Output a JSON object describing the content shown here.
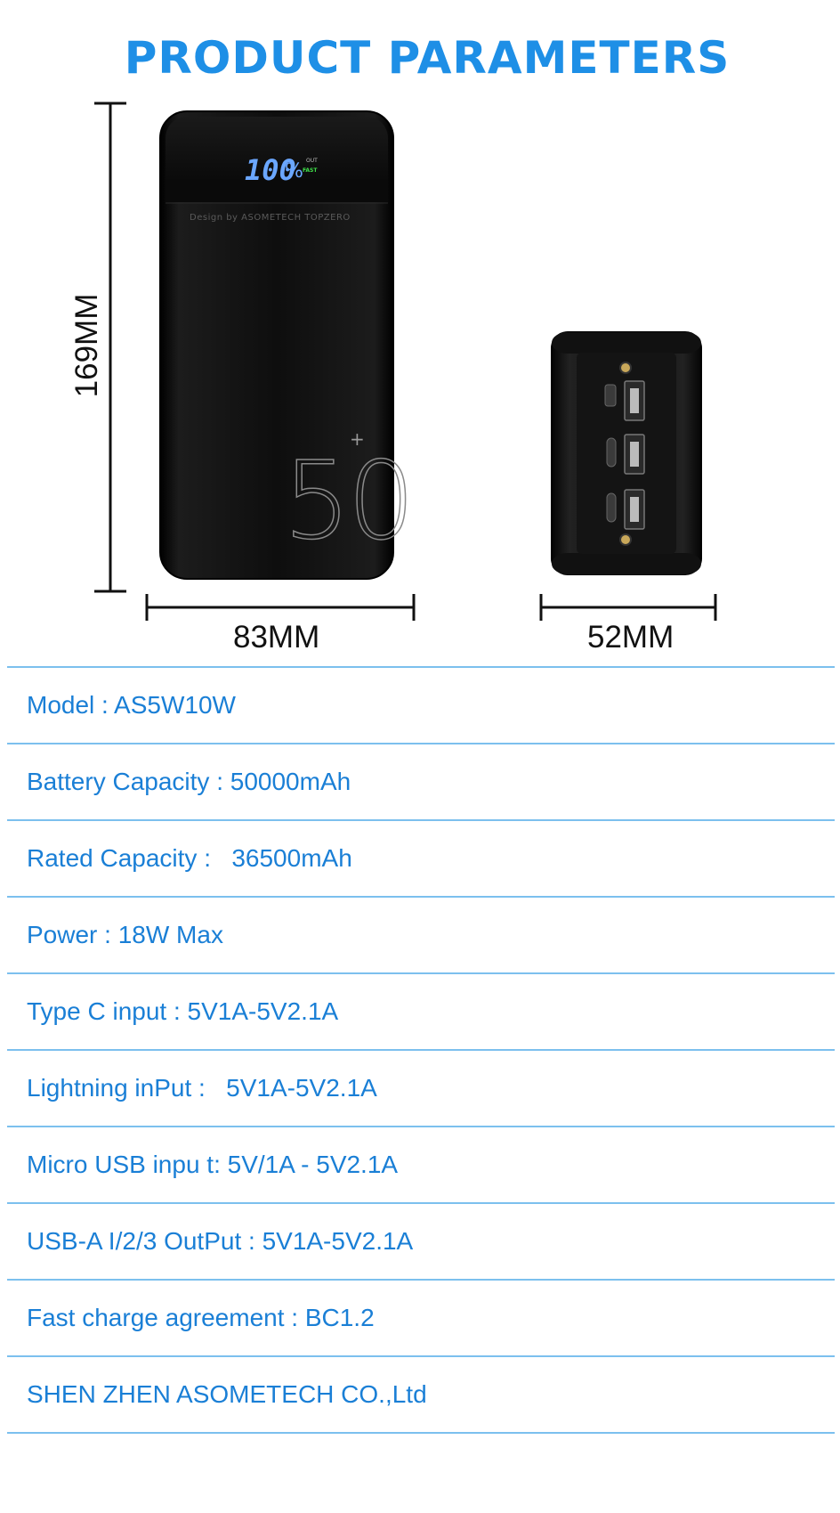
{
  "header": {
    "title": "PRODUCT PARAMETERS"
  },
  "dimensions": {
    "height": "169MM",
    "width": "83MM",
    "depth": "52MM"
  },
  "product": {
    "display_reading": "100",
    "display_out": "OUT",
    "display_fast": "FAST",
    "brand_text": "Design by ASOMETECH TOPZERO",
    "capacity_mark": "50",
    "capacity_plus": "+"
  },
  "colors": {
    "title": "#1e8fe6",
    "spec_text": "#1a7fd6",
    "divider": "#7cc0ee",
    "device_body": "#0c0c0c"
  },
  "specs": [
    "Model : AS5W10W",
    "Battery Capacity : 50000mAh",
    "Rated Capacity :   36500mAh",
    "Power : 18W Max",
    "Type C input : 5V1A-5V2.1A",
    "Lightning inPut :   5V1A-5V2.1A",
    "Micro USB inpu t: 5V/1A - 5V2.1A",
    "USB-A I/2/3 OutPut : 5V1A-5V2.1A",
    "Fast charge agreement : BC1.2",
    "SHEN ZHEN ASOMETECH CO.,Ltd"
  ]
}
